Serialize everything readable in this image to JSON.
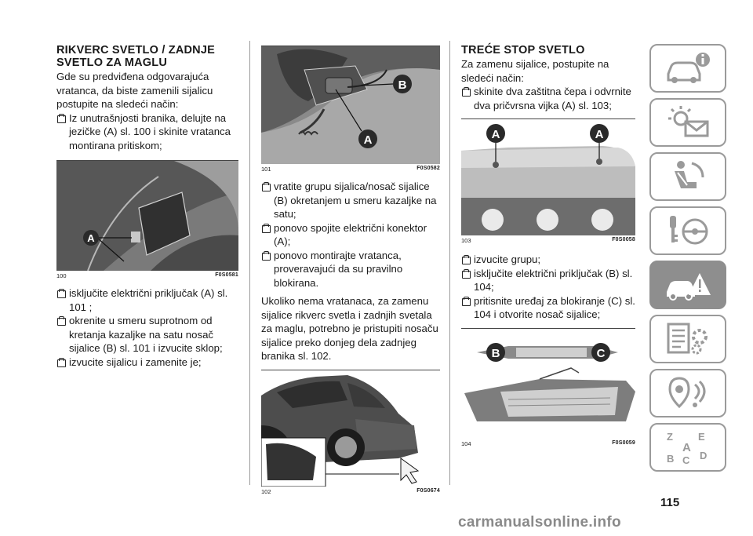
{
  "col1": {
    "heading": "RIKVERC SVETLO / ZADNJE SVETLO ZA MAGLU",
    "intro": "Gde su predviđena odgovarajuća vratanca, da biste zamenili sijalicu postupite na sledeći način:",
    "steps_before": [
      "Iz unutrašnjosti branika, delujte na jezičke (A) sl. 100 i skinite vratanca montirana pritiskom;"
    ],
    "figure": {
      "number": "100",
      "code": "F0S0581",
      "callouts": [
        "A"
      ]
    },
    "steps_after": [
      "isključite električni priključak (A) sl. 101 ;",
      "okrenite u smeru suprotnom od kretanja kazaljke na satu nosač sijalice (B) sl. 101 i izvucite sklop;",
      "izvucite sijalicu i zamenite je;"
    ]
  },
  "col2": {
    "figure_top": {
      "number": "101",
      "code": "F0S0582",
      "callouts": [
        "B",
        "A"
      ]
    },
    "steps": [
      "vratite grupu sijalica/nosač sijalice (B) okretanjem u smeru kazaljke na satu;",
      "ponovo spojite električni konektor (A);",
      "ponovo montirajte vratanca, proveravajući da su pravilno blokirana."
    ],
    "para": "Ukoliko nema vratanaca, za zamenu sijalice rikverc svetla i zadnjih svetala za maglu, potrebno je pristupiti nosaču sijalice preko donjeg dela zadnjeg branika sl. 102.",
    "figure_bottom": {
      "number": "102",
      "code": "F0S0674"
    }
  },
  "col3": {
    "heading": "TREĆE STOP SVETLO",
    "intro": "Za zamenu sijalice, postupite na sledeći način:",
    "steps_before": [
      "skinite dva zaštitna čepa i odvrnite dva pričvrsna vijka (A) sl. 103;"
    ],
    "figure_top": {
      "number": "103",
      "code": "F0S0058",
      "callouts": [
        "A",
        "A"
      ]
    },
    "steps_after": [
      "izvucite grupu;",
      "isključite električni priključak (B) sl. 104;",
      "pritisnite uređaj za blokiranje (C) sl. 104 i otvorite nosač sijalice;"
    ],
    "figure_bottom": {
      "number": "104",
      "code": "F0S0059",
      "callouts": [
        "B",
        "C"
      ]
    }
  },
  "sidebar": {
    "tabs": [
      {
        "icon": "car-info-icon",
        "active": false
      },
      {
        "icon": "warning-lights-icon",
        "active": false
      },
      {
        "icon": "seat-airbag-icon",
        "active": false
      },
      {
        "icon": "key-steering-icon",
        "active": false
      },
      {
        "icon": "car-breakdown-icon",
        "active": true
      },
      {
        "icon": "maintenance-icon",
        "active": false
      },
      {
        "icon": "multimedia-icon",
        "active": false
      },
      {
        "icon": "index-icon",
        "active": false
      }
    ],
    "index_letters": [
      "Z",
      "E",
      "A",
      "B",
      "C",
      "D"
    ]
  },
  "page_number": "115",
  "watermark": "carmanualsonline.info",
  "colors": {
    "callout": "#2a2a2a",
    "tab_border": "#9a9a9a",
    "tab_active": "#8e8e8e"
  }
}
